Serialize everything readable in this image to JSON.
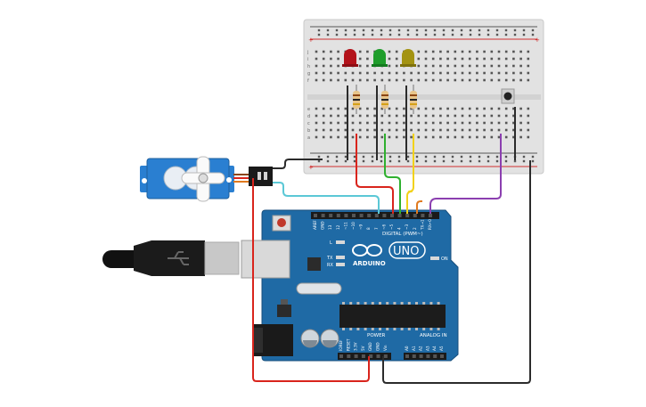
{
  "arduino": {
    "brand": "ARDUINO",
    "model": "UNO",
    "digital_header": "DIGITAL (PWM~)",
    "power_label": "POWER",
    "analog_label": "ANALOG IN",
    "on_label": "ON",
    "tx_label": "TX",
    "rx_label": "RX",
    "l_label": "L",
    "digital_pins": [
      "AREF",
      "GND",
      "13",
      "12",
      "~11",
      "~10",
      "~9",
      "8",
      "7",
      "~6",
      "~5",
      "4",
      "~3",
      "2",
      "TX→1",
      "RX←0"
    ],
    "power_pins": [
      "IOREF",
      "RESET",
      "3.3V",
      "5V",
      "GND",
      "GND",
      "Vin"
    ],
    "analog_pins": [
      "A0",
      "A1",
      "A2",
      "A3",
      "A4",
      "A5"
    ]
  },
  "breadboard": {
    "row_letters_top": [
      "j",
      "i",
      "h",
      "g",
      "f"
    ],
    "row_letters_bottom": [
      "e",
      "d",
      "c",
      "b",
      "a"
    ],
    "rail_plus": "+",
    "rail_minus": "-"
  },
  "leds": [
    {
      "name": "red-led",
      "color": "#b3121a"
    },
    {
      "name": "green-led",
      "color": "#1f9d2b"
    },
    {
      "name": "yellow-led",
      "color": "#a39312"
    }
  ],
  "colors": {
    "board_blue": "#1f6aa5",
    "wire_red": "#d9241c",
    "wire_black": "#2b2b2b",
    "wire_green": "#2fb02f",
    "wire_yellow": "#f2d21a",
    "wire_purple": "#8b3fb0",
    "wire_cyan": "#5bc8d6",
    "wire_orange": "#e07a1f",
    "servo_blue": "#2a7fd1",
    "breadboard": "#e4e4e4"
  }
}
